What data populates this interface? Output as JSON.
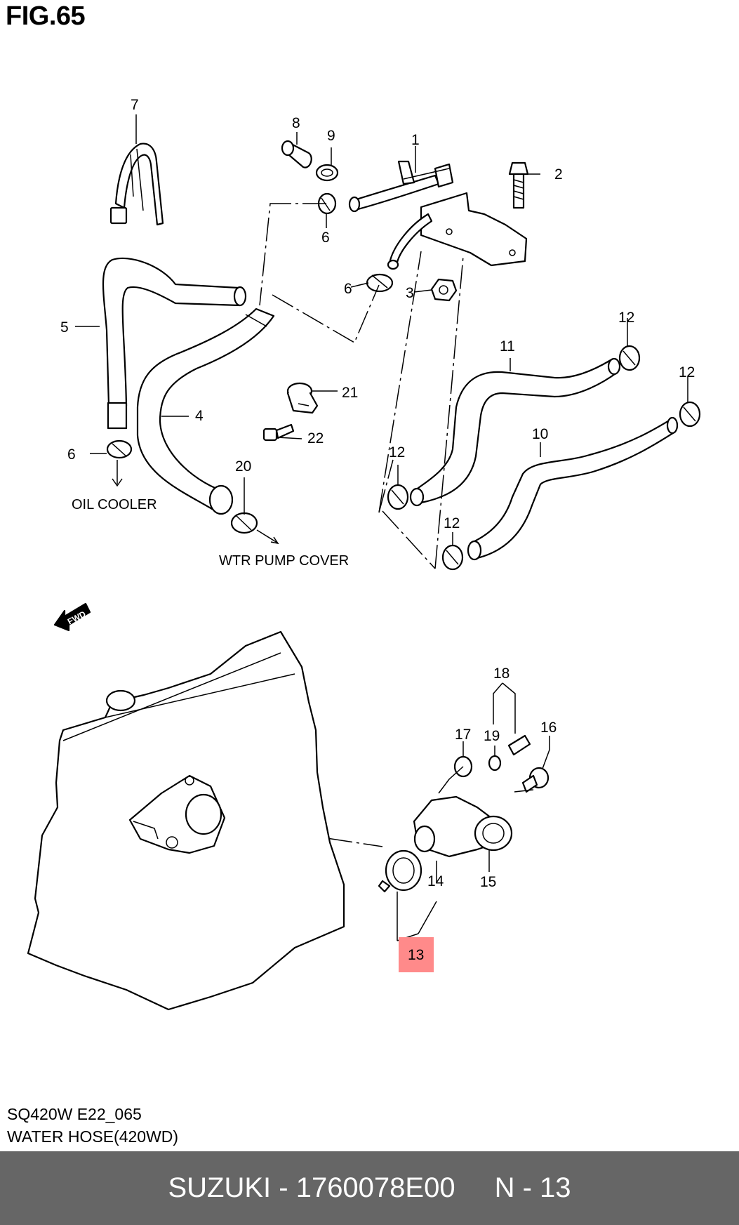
{
  "figure": {
    "title": "FIG.65"
  },
  "callouts": {
    "c1": "1",
    "c2": "2",
    "c3": "3",
    "c4": "4",
    "c5": "5",
    "c6a": "6",
    "c6b": "6",
    "c6c": "6",
    "c7": "7",
    "c8": "8",
    "c9": "9",
    "c10": "10",
    "c11": "11",
    "c12a": "12",
    "c12b": "12",
    "c12c": "12",
    "c12d": "12",
    "c13": "13",
    "c14": "14",
    "c15": "15",
    "c16": "16",
    "c17": "17",
    "c18": "18",
    "c19": "19",
    "c20": "20",
    "c21": "21",
    "c22": "22"
  },
  "captions": {
    "oil_cooler": "OIL COOLER",
    "wtr_pump_cover": "WTR PUMP COVER",
    "fwd": "FWD"
  },
  "highlight": {
    "part": "13",
    "color": "#ff8a8a"
  },
  "meta": {
    "code": "SQ420W E22_065",
    "name": "WATER HOSE(420WD)"
  },
  "footer": {
    "part_label": "SUZUKI - 1760078E00",
    "ref_label": "N - 13",
    "background": "#666666"
  }
}
